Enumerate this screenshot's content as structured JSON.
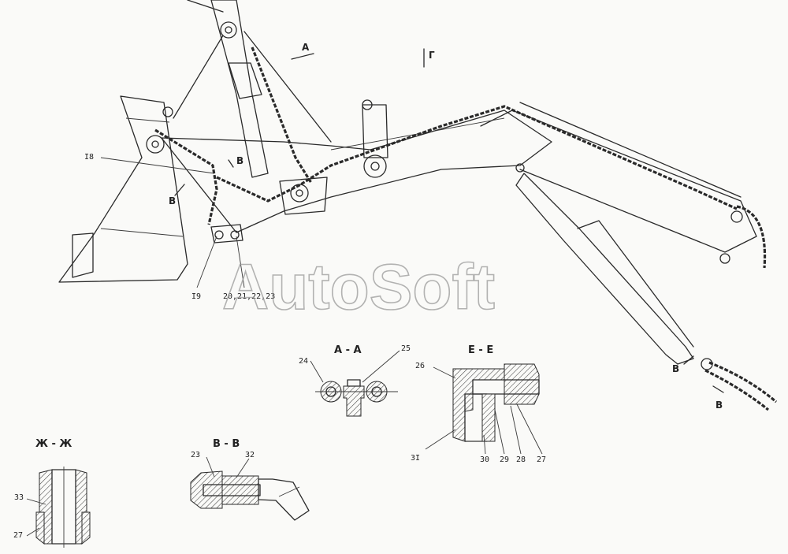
{
  "watermark": "AutoSoft",
  "view_marks": {
    "a": "А",
    "g": "Г",
    "v1": "В",
    "v2": "В",
    "v3": "В",
    "v4": "В"
  },
  "sections": {
    "aa": "А - А",
    "ee": "Е - Е",
    "zhzh": "Ж - Ж",
    "vv": "В - В"
  },
  "callouts": {
    "c18": "I8",
    "c19": "I9",
    "c20": "20,21,22,23",
    "c24": "24",
    "c25": "25",
    "c26": "26",
    "c31": "3I",
    "c30": "30",
    "c29": "29",
    "c28": "28",
    "c27a": "27",
    "c33": "33",
    "c27b": "27",
    "c23": "23",
    "c32": "32"
  }
}
